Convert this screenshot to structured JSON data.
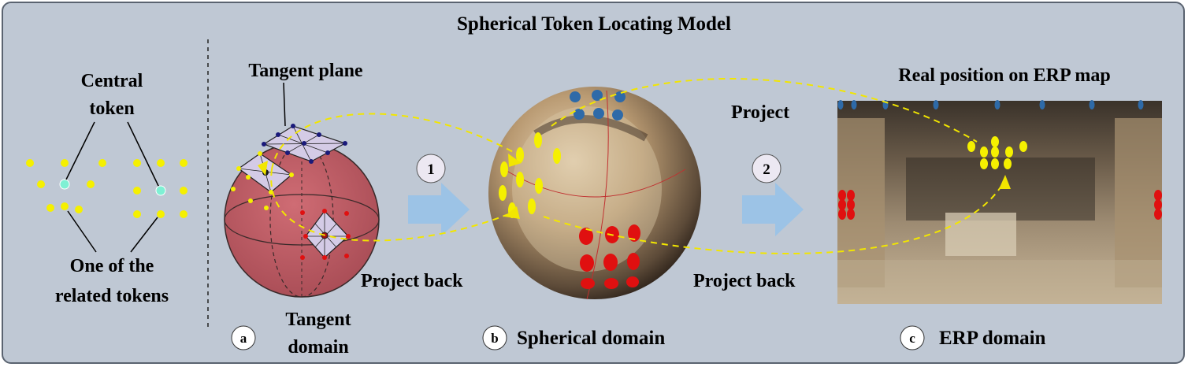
{
  "title": "Spherical Token Locating Model",
  "left_legend": {
    "central_token": [
      "Central",
      "token"
    ],
    "related_tokens": [
      "One of the",
      "related tokens"
    ]
  },
  "panel_a": {
    "badge": "a",
    "top_label": "Tangent plane",
    "bottom_label": [
      "Tangent",
      "domain"
    ]
  },
  "panel_b": {
    "badge": "b",
    "label": "Spherical domain"
  },
  "panel_c": {
    "badge": "c",
    "label": "ERP domain",
    "top_label": "Real position on ERP map"
  },
  "steps": {
    "step1": "1",
    "step2": "2",
    "project": "Project",
    "project_back_1": "Project back",
    "project_back_2": "Project back"
  },
  "colors": {
    "background": "#bfc8d4",
    "border": "#5a6370",
    "token_yellow": "#f5f000",
    "central_token": "#7ff0d4",
    "sphere_red": "#c05c65",
    "arrow_blue": "#9cc3e6",
    "erp_blue": "#2e6aa8",
    "erp_red": "#e01010",
    "dashed_path": "#f2e600"
  }
}
